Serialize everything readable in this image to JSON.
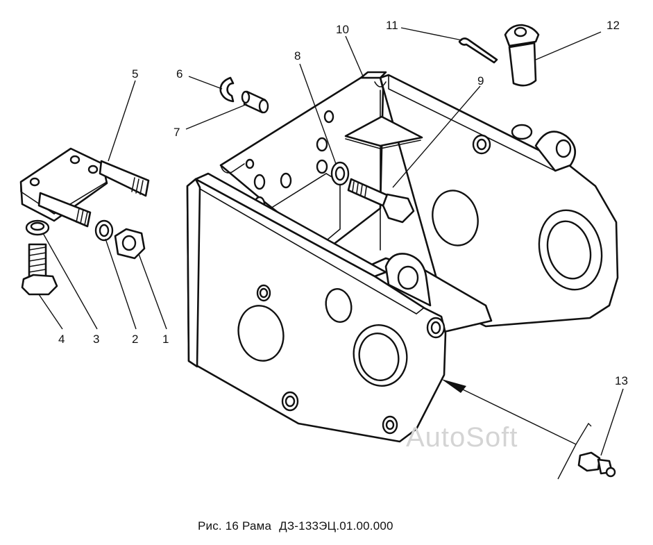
{
  "caption": {
    "figure": "Рис. 16 Рама",
    "code": "ДЗ-133ЭЦ.01.00.000"
  },
  "watermark": "AutoSoft",
  "callouts": [
    {
      "id": "1",
      "label": "1"
    },
    {
      "id": "2",
      "label": "2"
    },
    {
      "id": "3",
      "label": "3"
    },
    {
      "id": "4",
      "label": "4"
    },
    {
      "id": "5",
      "label": "5"
    },
    {
      "id": "6",
      "label": "6"
    },
    {
      "id": "7",
      "label": "7"
    },
    {
      "id": "8",
      "label": "8"
    },
    {
      "id": "9",
      "label": "9"
    },
    {
      "id": "10",
      "label": "10"
    },
    {
      "id": "11",
      "label": "11"
    },
    {
      "id": "12",
      "label": "12"
    },
    {
      "id": "13",
      "label": "13"
    }
  ]
}
